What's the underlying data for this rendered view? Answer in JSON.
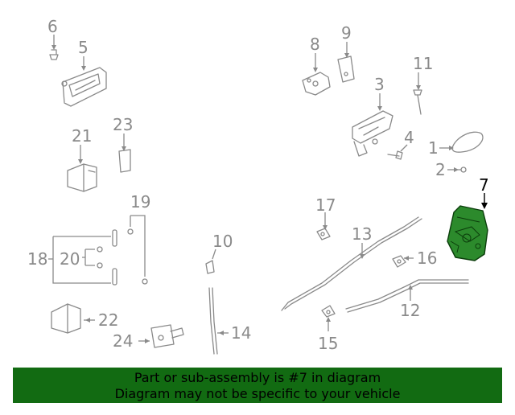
{
  "diagram": {
    "highlight_color": "#2c8a2c",
    "banner_color": "#126b12",
    "callouts": [
      "6",
      "5",
      "8",
      "9",
      "3",
      "11",
      "4",
      "1",
      "2",
      "7",
      "21",
      "23",
      "19",
      "17",
      "13",
      "16",
      "18",
      "20",
      "10",
      "12",
      "22",
      "24",
      "14",
      "15"
    ],
    "highlighted_callout": "7"
  },
  "banner": {
    "line1": "Part or sub-assembly is #7 in diagram",
    "line2": "Diagram may not be specific to your vehicle"
  }
}
